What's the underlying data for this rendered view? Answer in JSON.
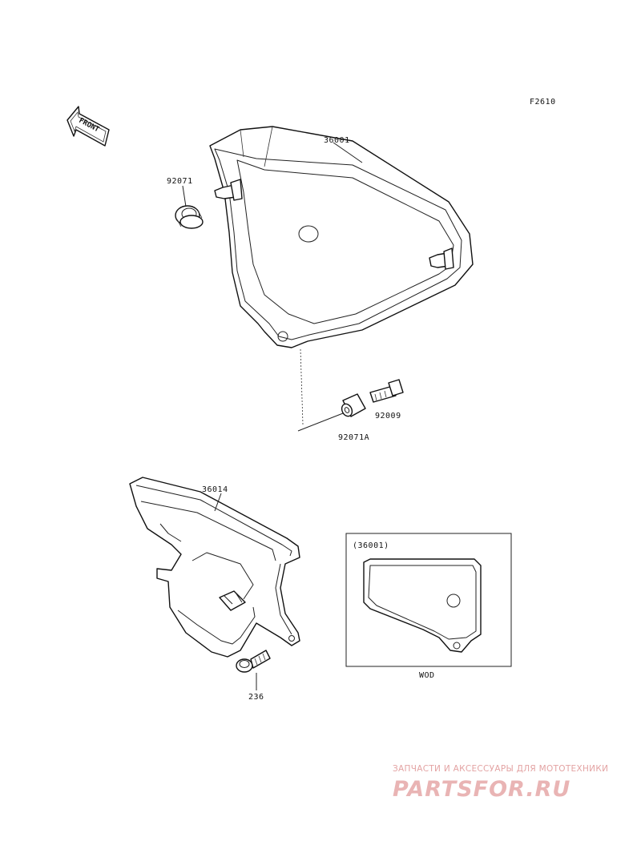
{
  "figure_code": "F2610",
  "front_arrow": "FRONT",
  "parts": [
    {
      "id": "cover-right",
      "label": "36001"
    },
    {
      "id": "grommet",
      "label": "92071"
    },
    {
      "id": "bolt",
      "label": "92009"
    },
    {
      "id": "collar",
      "label": "92071A"
    },
    {
      "id": "cover-left",
      "label": "36014"
    },
    {
      "id": "screw",
      "label": "236"
    }
  ],
  "inset": {
    "ref": "(36001)",
    "caption": "WOD"
  },
  "watermark": {
    "line1": "ЗАПЧАСТИ И АКСЕССУАРЫ ДЛЯ МОТОТЕХНИКИ",
    "line2": "PARTSFOR.RU"
  }
}
